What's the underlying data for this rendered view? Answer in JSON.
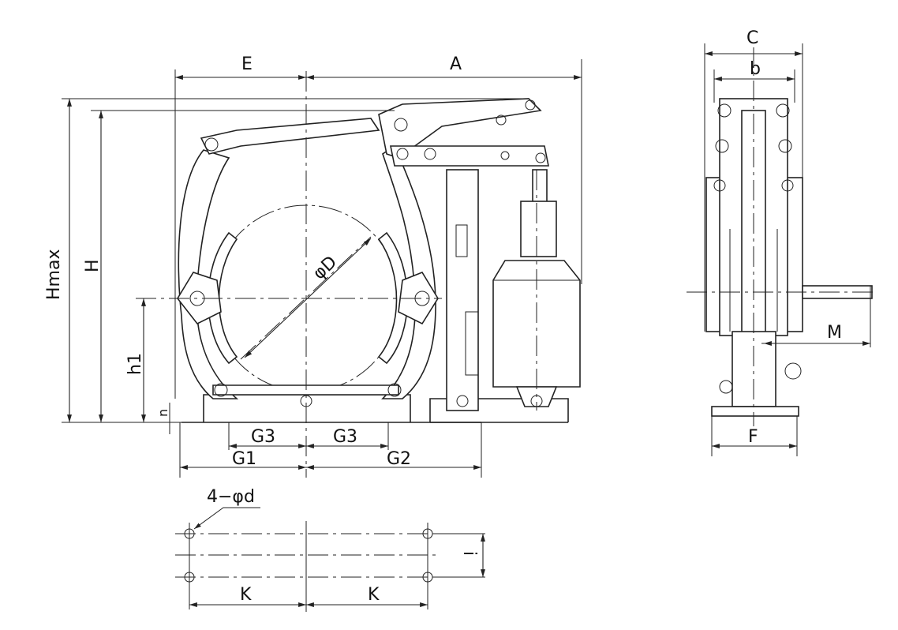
{
  "title": "Hydraulic drum brake dimension drawing",
  "labels": {
    "E": "E",
    "A": "A",
    "C": "C",
    "b": "b",
    "Hmax": "Hmax",
    "H": "H",
    "h1": "h1",
    "n": "n",
    "D": "φD",
    "G3_left": "G3",
    "G3_right": "G3",
    "G1": "G1",
    "G2": "G2",
    "d": "4−φd",
    "K_left": "K",
    "K_right": "K",
    "i": "i",
    "M": "M",
    "F": "F"
  }
}
